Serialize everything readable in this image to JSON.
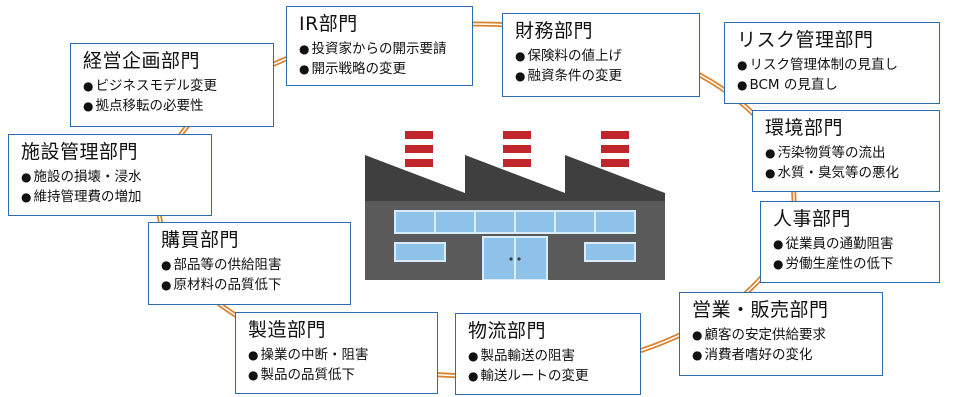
{
  "departments": [
    {
      "title": "IR部門",
      "items": [
        "投資家からの開示要請",
        "開示戦略の変更"
      ]
    },
    {
      "title": "財務部門",
      "items": [
        "保険料の値上げ",
        "融資条件の変更"
      ]
    },
    {
      "title": "リスク管理部門",
      "items": [
        "リスク管理体制の見直し",
        "BCM の見直し"
      ]
    },
    {
      "title": "経営企画部門",
      "items": [
        "ビジネスモデル変更",
        "拠点移転の必要性"
      ]
    },
    {
      "title": "環境部門",
      "items": [
        "汚染物質等の流出",
        "水質・臭気等の悪化"
      ]
    },
    {
      "title": "施設管理部門",
      "items": [
        "施設の損壊・浸水",
        "維持管理費の増加"
      ]
    },
    {
      "title": "人事部門",
      "items": [
        "従業員の通勤阻害",
        "労働生産性の低下"
      ]
    },
    {
      "title": "購買部門",
      "items": [
        "部品等の供給阻害",
        "原材料の品質低下"
      ]
    },
    {
      "title": "営業・販売部門",
      "items": [
        "顧客の安定供給要求",
        "消費者嗜好の変化"
      ]
    },
    {
      "title": "製造部門",
      "items": [
        "操業の中断・阻害",
        "製品の品質低下"
      ]
    },
    {
      "title": "物流部門",
      "items": [
        "製品輸送の阻害",
        "輸送ルートの変更"
      ]
    }
  ],
  "colors": {
    "border": "#2e6cb0",
    "ring": "#d9822b",
    "factory_body": "#5a5a5a",
    "factory_roof": "#3f3f3f",
    "chimney_stripe": "#c0262c",
    "window": "#8fc2e8"
  },
  "icons": {
    "center": "factory-icon"
  }
}
